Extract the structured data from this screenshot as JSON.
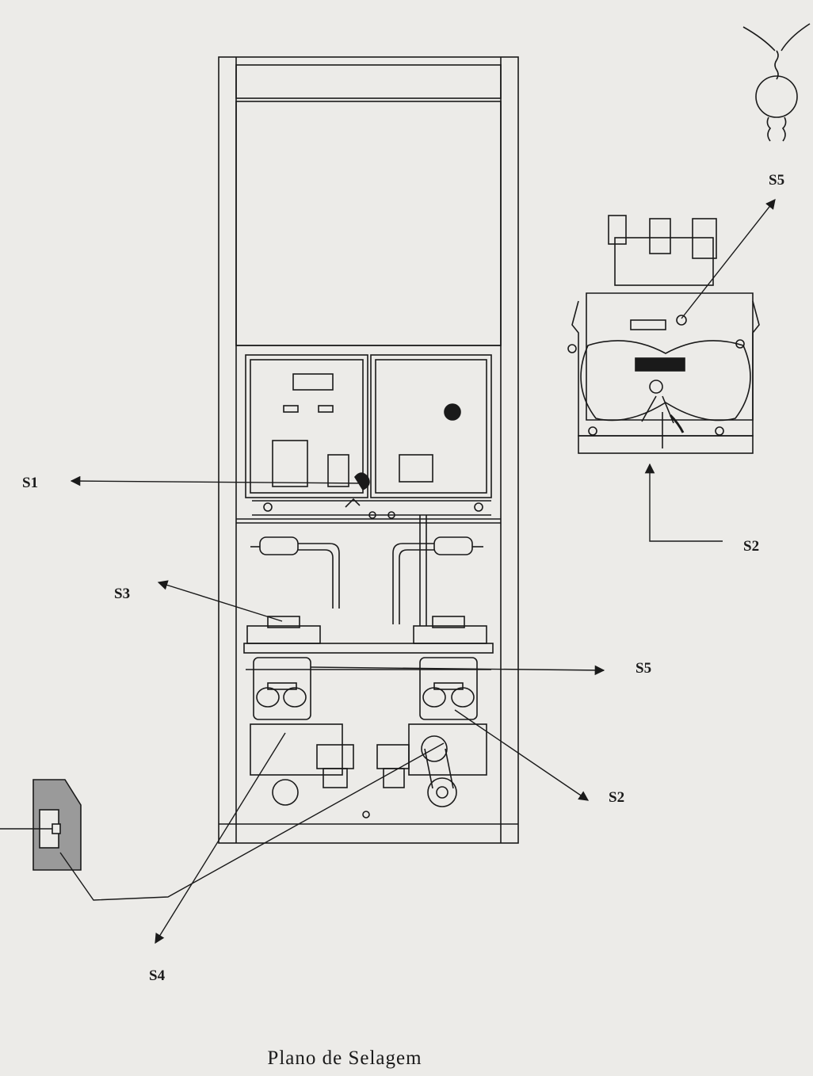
{
  "labels": {
    "s1": "S1",
    "s2_detail": "S2",
    "s2_main": "S2",
    "s3": "S3",
    "s4": "S4",
    "s5_detail": "S5",
    "s5_main": "S5"
  },
  "caption": "Plano de Selagem",
  "colors": {
    "ink": "#1a1a1a",
    "paper": "#ecebe8"
  }
}
